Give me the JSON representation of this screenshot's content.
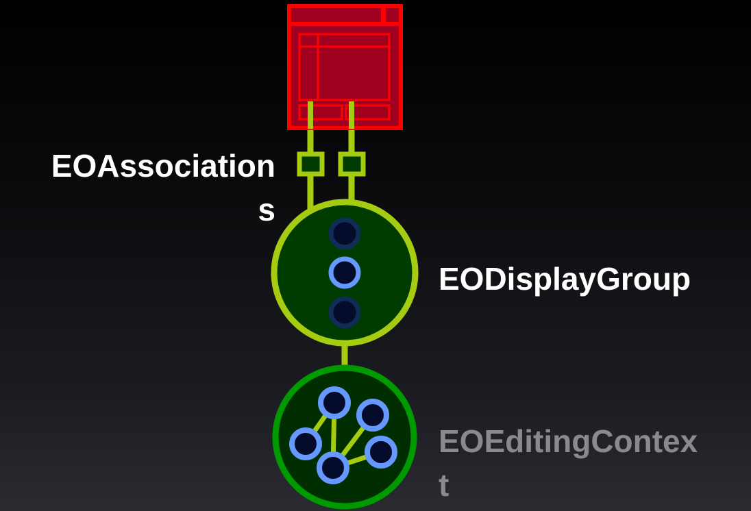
{
  "labels": {
    "associations": "EOAssociation\ns",
    "display_group": "EODisplayGroup",
    "editing_context": "EOEditingContex\nt"
  },
  "colors": {
    "window_border": "#ff0000",
    "window_fill": "#a00020",
    "connector": "#a6cc12",
    "display_group_fill": "#003c00",
    "editing_context_border": "#009900",
    "editing_context_fill": "#002e00",
    "node_active": "#6699ff",
    "node_inactive": "#0f2d55",
    "node_center": "#050b2a",
    "label_primary": "#ffffff",
    "label_muted": "#8a8a8e"
  },
  "icons": {
    "window": "window-icon",
    "association_connector": "association-connector-icon",
    "display_group": "display-group-icon",
    "editing_context": "editing-context-icon"
  }
}
